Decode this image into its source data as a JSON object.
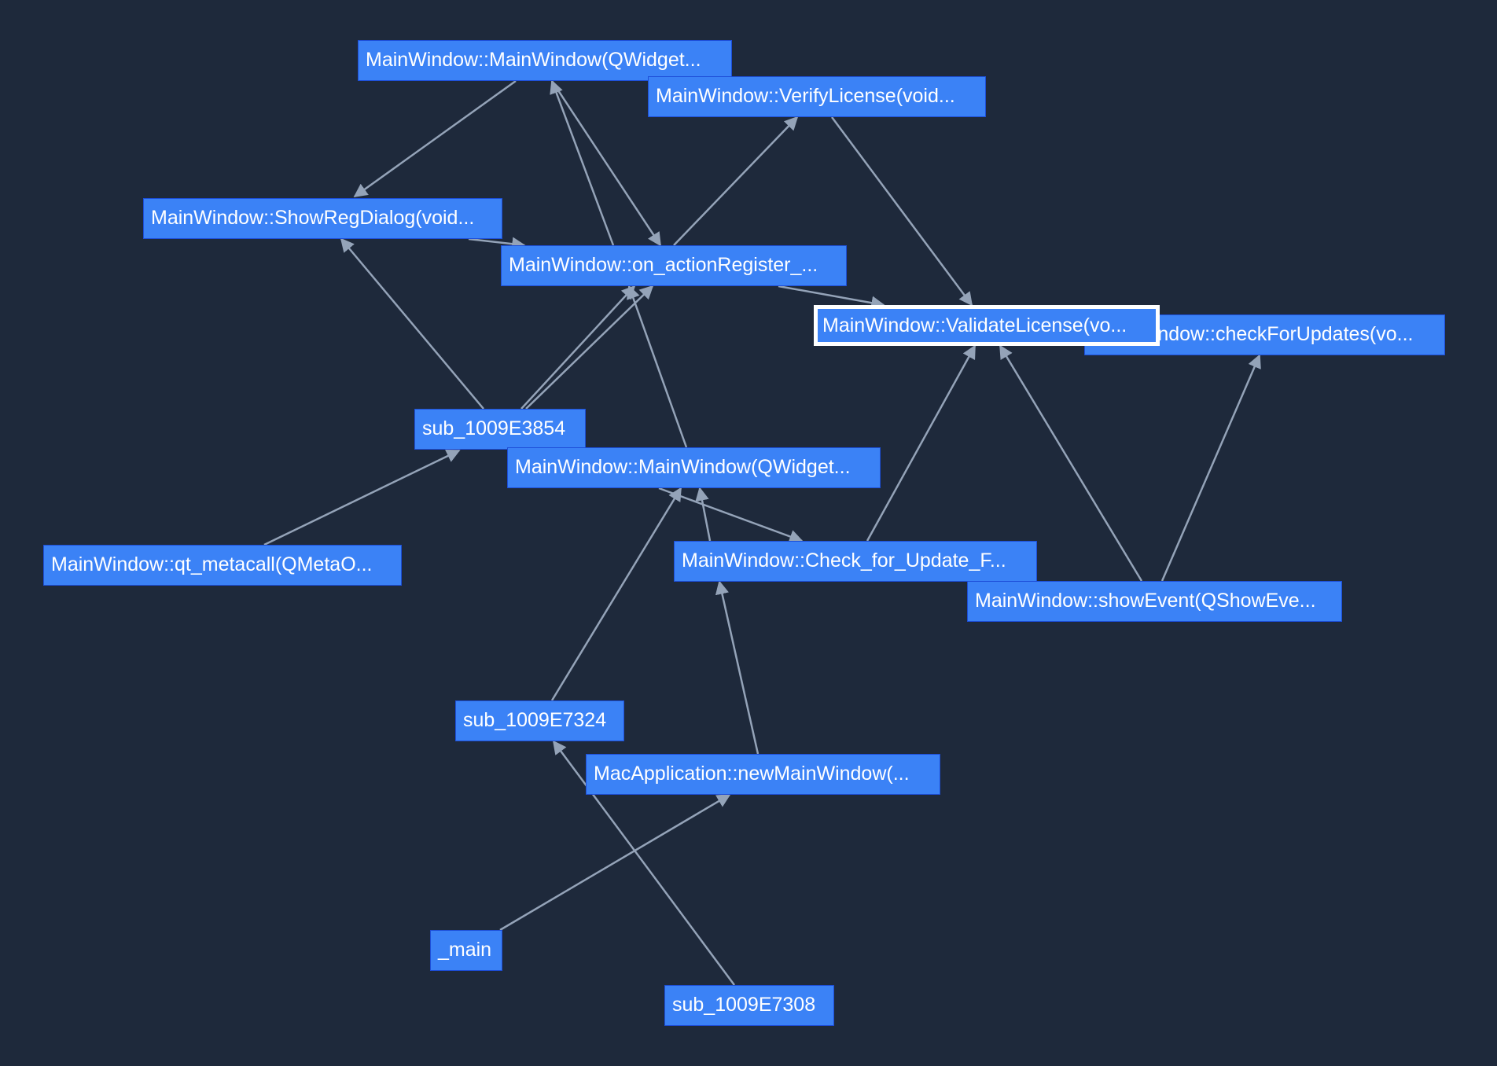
{
  "colors": {
    "background": "#1e293b",
    "node_fill": "#3b82f6",
    "node_border": "#1d4ed8",
    "node_text": "#ffffff",
    "edge": "#94a3b8",
    "selected_border": "#ffffff"
  },
  "nodes": [
    {
      "id": "n0",
      "label": "MainWindow::MainWindow(QWidget..."
    },
    {
      "id": "n1",
      "label": "MainWindow::VerifyLicense(void..."
    },
    {
      "id": "n2",
      "label": "MainWindow::ShowRegDialog(void..."
    },
    {
      "id": "n3",
      "label": "MainWindow::on_actionRegister_..."
    },
    {
      "id": "n4",
      "label": "MainWindow::ValidateLicense(vo...",
      "selected": true
    },
    {
      "id": "n5",
      "label": "MainWindow::checkForUpdates(vo..."
    },
    {
      "id": "n6",
      "label": "sub_1009E3854"
    },
    {
      "id": "n7",
      "label": "MainWindow::MainWindow(QWidget..."
    },
    {
      "id": "n8",
      "label": "MainWindow::qt_metacall(QMetaO..."
    },
    {
      "id": "n9",
      "label": "MainWindow::Check_for_Update_F..."
    },
    {
      "id": "n10",
      "label": "MainWindow::showEvent(QShowEve..."
    },
    {
      "id": "n11",
      "label": "sub_1009E7324"
    },
    {
      "id": "n12",
      "label": "MacApplication::newMainWindow(..."
    },
    {
      "id": "n13",
      "label": "_main"
    },
    {
      "id": "n14",
      "label": "sub_1009E7308"
    }
  ],
  "edges": [
    {
      "from": "n0",
      "to": "n2"
    },
    {
      "from": "n0",
      "to": "n3"
    },
    {
      "from": "n3",
      "to": "n0"
    },
    {
      "from": "n3",
      "to": "n1"
    },
    {
      "from": "n1",
      "to": "n4"
    },
    {
      "from": "n2",
      "to": "n3"
    },
    {
      "from": "n3",
      "to": "n4"
    },
    {
      "from": "n6",
      "to": "n2"
    },
    {
      "from": "n6",
      "to": "n3"
    },
    {
      "from": "n6",
      "to": "n3"
    },
    {
      "from": "n8",
      "to": "n6"
    },
    {
      "from": "n7",
      "to": "n3"
    },
    {
      "from": "n7",
      "to": "n9"
    },
    {
      "from": "n9",
      "to": "n7"
    },
    {
      "from": "n9",
      "to": "n4"
    },
    {
      "from": "n10",
      "to": "n4"
    },
    {
      "from": "n10",
      "to": "n5"
    },
    {
      "from": "n11",
      "to": "n7"
    },
    {
      "from": "n12",
      "to": "n7"
    },
    {
      "from": "n13",
      "to": "n12"
    },
    {
      "from": "n14",
      "to": "n11"
    }
  ]
}
